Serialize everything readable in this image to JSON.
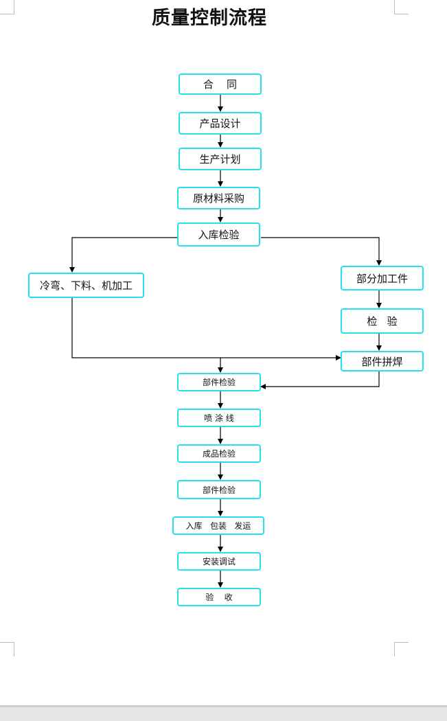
{
  "title": "质量控制流程",
  "nodes": {
    "contract": "合    同",
    "product_design": "产品设计",
    "production_plan": "生产计划",
    "material_purchase": "原材料采购",
    "warehouse_inspection": "入库检验",
    "cold_bend_cut_machining": "冷弯、下料、机加工",
    "part_machining": "部分加工件",
    "inspection": "检   验",
    "part_assembly_welding": "部件拼焊",
    "component_inspection_1": "部件检验",
    "paint_line": "喷 涂 线",
    "finished_inspection": "成品检验",
    "component_inspection_2": "部件检验",
    "storage_pack_ship": "入库   包装   发运",
    "install_debug": "安装调试",
    "acceptance": "验    收"
  },
  "colors": {
    "node_border": "#22e0ee",
    "connector": "#000000"
  }
}
